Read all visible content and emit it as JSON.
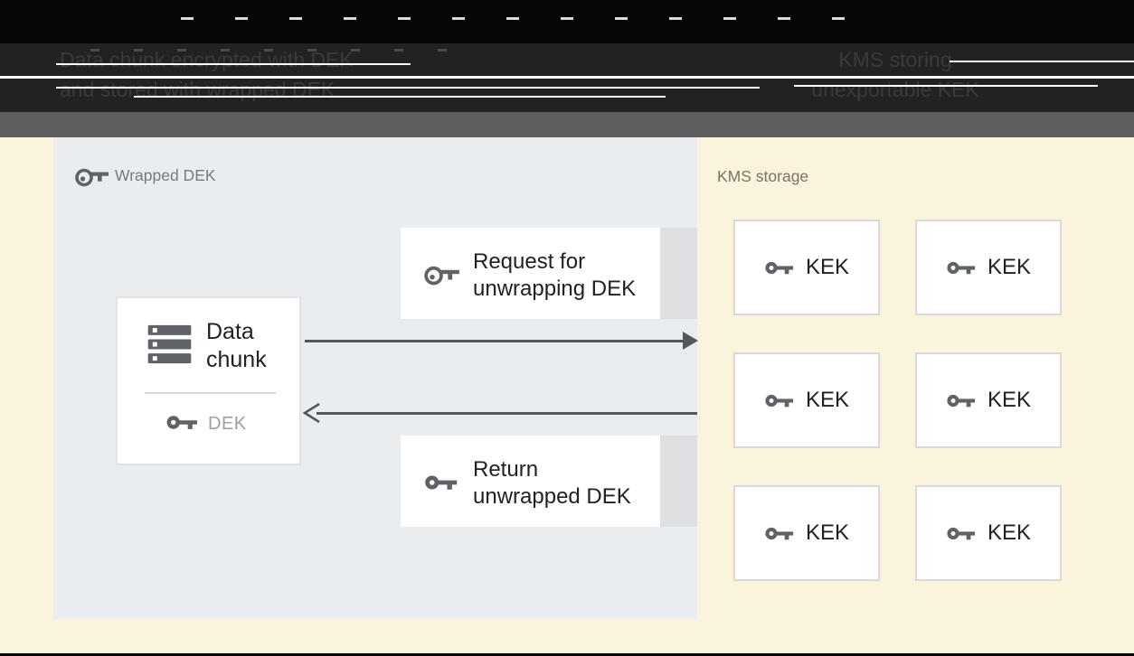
{
  "header": {
    "left_label_lines": [
      "Data chunk encrypted with DEK",
      "and stored with wrapped DEK"
    ],
    "right_label_lines": [
      "KMS storing",
      "unexportable KEK"
    ]
  },
  "wrapped_dek_panel": {
    "title": "Wrapped DEK",
    "title_icon": "key-outline-icon",
    "data_chunk_box": {
      "icon": "storage-stack-icon",
      "label": "Data chunk",
      "key_icon": "key-solid-icon",
      "key_label": "DEK"
    },
    "request_box": {
      "icon": "key-outline-icon",
      "lines": [
        "Request for",
        "unwrapping DEK"
      ]
    },
    "return_box": {
      "icon": "key-solid-icon",
      "lines": [
        "Return",
        "unwrapped DEK"
      ]
    }
  },
  "kms_panel": {
    "title": "KMS storage",
    "kek_boxes": [
      {
        "icon": "key-solid-icon",
        "label": "KEK"
      },
      {
        "icon": "key-solid-icon",
        "label": "KEK"
      },
      {
        "icon": "key-solid-icon",
        "label": "KEK"
      },
      {
        "icon": "key-solid-icon",
        "label": "KEK"
      },
      {
        "icon": "key-solid-icon",
        "label": "KEK"
      },
      {
        "icon": "key-solid-icon",
        "label": "KEK"
      }
    ]
  },
  "colors": {
    "background_cream": "#fbf4dc",
    "panel_gray_blue": "#e9edf0",
    "connector_strip_gray": "#dee0e2",
    "mid_bar_gray": "#5e5e5e",
    "header_black": "#060606",
    "icon_gray": "#5f6368",
    "text_dark": "#202124",
    "text_muted_gray": "#9aa0a6",
    "panel_title_gray": "#7a7a7a",
    "kms_title_brown": "#7b7263",
    "arrow_gray": "#55585a"
  }
}
